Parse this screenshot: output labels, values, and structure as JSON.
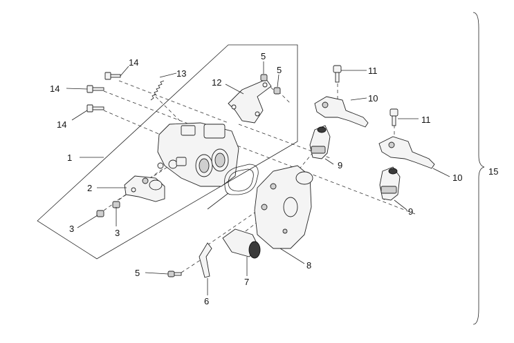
{
  "callouts": {
    "c1": "1",
    "c2": "2",
    "c3a": "3",
    "c3b": "3",
    "c5a": "5",
    "c5b": "5",
    "c5c": "5",
    "c6": "6",
    "c7": "7",
    "c8": "8",
    "c9a": "9",
    "c9b": "9",
    "c10a": "10",
    "c10b": "10",
    "c11a": "11",
    "c11b": "11",
    "c12": "12",
    "c13": "13",
    "c14a": "14",
    "c14b": "14",
    "c14c": "14",
    "c15": "15"
  }
}
